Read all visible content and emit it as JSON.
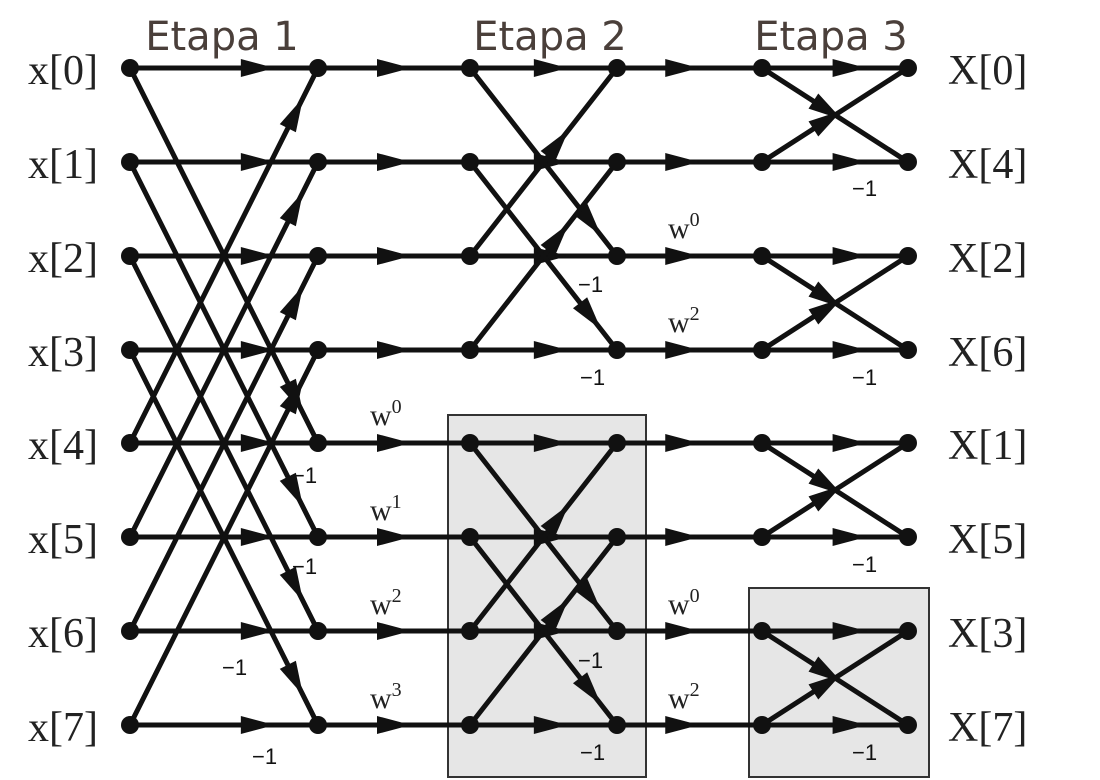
{
  "stages": [
    "Etapa 1",
    "Etapa 2",
    "Etapa 3"
  ],
  "inputs": [
    "x[0]",
    "x[1]",
    "x[2]",
    "x[3]",
    "x[4]",
    "x[5]",
    "x[6]",
    "x[7]"
  ],
  "outputs": [
    "X[0]",
    "X[4]",
    "X[2]",
    "X[6]",
    "X[1]",
    "X[5]",
    "X[3]",
    "X[7]"
  ],
  "twiddle_base": "w",
  "negation": "−1",
  "twiddles": {
    "stage1_to_2": [
      "0",
      "1",
      "2",
      "3"
    ],
    "stage2_to_3": [
      "0",
      "2",
      "0",
      "2"
    ]
  },
  "colors": {
    "ink": "#111111",
    "highlight_box": "#e6e6e6",
    "stage_title": "#4a3f3a"
  }
}
